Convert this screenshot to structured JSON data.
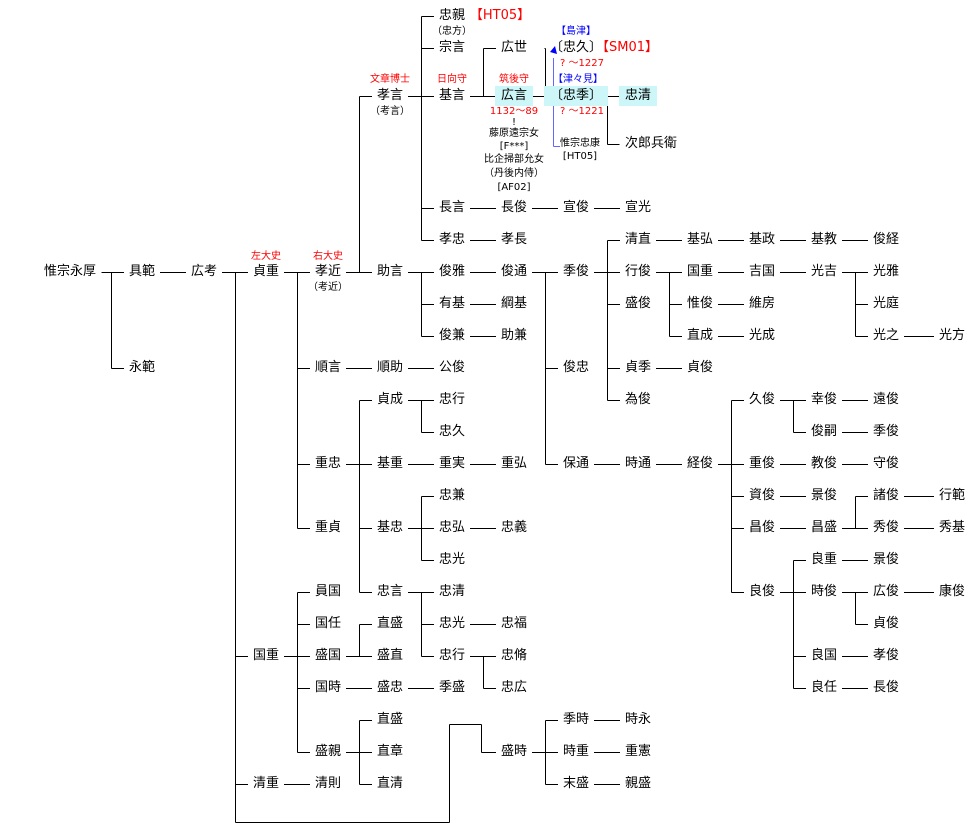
{
  "nodes": {
    "a0": "惟宗永厚",
    "a1": "具範",
    "a2": "永範",
    "a3": "広考",
    "a4": "貞重",
    "a5": "国重",
    "a6": "清重",
    "a7": "孝近",
    "a8": "順言",
    "a9": "重忠",
    "a10": "重貞",
    "a11": "孝言",
    "a12": "助言",
    "a13": "忠親",
    "a14": "宗言",
    "a15": "基言",
    "a16": "長言",
    "a17": "孝忠",
    "a18": "広世",
    "a19": "広言",
    "a20": "〔忠久〕",
    "a21": "〔忠季〕",
    "a22": "忠清",
    "a23": "次郎兵衛",
    "a24": "長俊",
    "a25": "宣俊",
    "a26": "宣光",
    "a27": "孝長",
    "a28": "俊雅",
    "a29": "有基",
    "a30": "俊兼",
    "a31": "俊通",
    "a32": "綱基",
    "a33": "助兼",
    "a34": "季俊",
    "a35": "俊忠",
    "a36": "保通",
    "a37": "清直",
    "a38": "行俊",
    "a39": "盛俊",
    "a40": "貞季",
    "a41": "為俊",
    "a42": "基弘",
    "a43": "基政",
    "a44": "基教",
    "a45": "俊経",
    "a46": "国重",
    "a47": "惟俊",
    "a48": "直成",
    "a49": "吉国",
    "a50": "維房",
    "a51": "光成",
    "a52": "光吉",
    "a53": "光雅",
    "a54": "光庭",
    "a55": "光之",
    "a56": "光方",
    "a57": "貞俊",
    "a58": "時通",
    "a59": "経俊",
    "a60": "久俊",
    "a61": "重俊",
    "a62": "資俊",
    "a63": "昌俊",
    "a64": "良俊",
    "a65": "幸俊",
    "a66": "俊嗣",
    "a67": "遠俊",
    "a68": "季俊",
    "a69": "教俊",
    "a70": "守俊",
    "a71": "景俊",
    "a72": "昌盛",
    "a73": "諸俊",
    "a74": "秀俊",
    "a75": "行範",
    "a76": "秀基",
    "a77": "良重",
    "a78": "時俊",
    "a79": "良国",
    "a80": "良任",
    "a81": "景俊",
    "a82": "広俊",
    "a83": "貞俊",
    "a84": "康俊",
    "a85": "孝俊",
    "a86": "長俊",
    "a87": "順助",
    "a88": "公俊",
    "a89": "貞成",
    "a90": "基重",
    "a91": "基忠",
    "a92": "忠言",
    "a93": "忠行",
    "a94": "忠久",
    "a95": "重実",
    "a96": "重弘",
    "a97": "忠兼",
    "a98": "忠弘",
    "a99": "忠光",
    "a100": "忠義",
    "a101": "忠清",
    "a102": "忠光",
    "a103": "忠行",
    "a104": "忠福",
    "a105": "忠脩",
    "a106": "忠広",
    "a107": "員国",
    "a108": "国任",
    "a109": "盛国",
    "a110": "国時",
    "a111": "盛親",
    "a112": "直盛",
    "a113": "盛直",
    "a114": "盛忠",
    "a115": "季盛",
    "a116": "直盛",
    "a117": "直章",
    "a118": "直清",
    "a119": "清則",
    "a120": "盛時",
    "a121": "季時",
    "a122": "時重",
    "a123": "末盛",
    "a124": "時永",
    "a125": "重憲",
    "a126": "親盛"
  },
  "annotations": {
    "t_bunsho": "文章博士",
    "t_hyuga": "日向守",
    "t_chikugo": "筑後守",
    "t_sadaishi": "左大史",
    "t_udaishi": "右大史",
    "sub_a7": "（考近）",
    "sub_a11": "（考言）",
    "sub_a13": "（忠方）",
    "tag_ht05": "【HT05】",
    "tag_shimazu": "【島津】",
    "tag_sm01": "【SM01】",
    "date_a20": "?  ～1227",
    "tag_tsutsumi": "【津々見】",
    "date_a21": "?  ～1221",
    "date_a19": "1132～89",
    "excl": "!",
    "mother1": "藤原遠宗女",
    "mother1_code": "[F***]",
    "mother2": "比企掃部允女",
    "mother2_alias": "（丹後内侍）",
    "mother2_code": "[AF02]",
    "koreyasu": "惟宗忠康",
    "koreyasu_code": "[HT05]"
  },
  "colors": {
    "highlight": "#ccf6f8",
    "title_red": "#ff0000",
    "clan_blue": "#0000ff",
    "link_blue": "#6666ff"
  }
}
